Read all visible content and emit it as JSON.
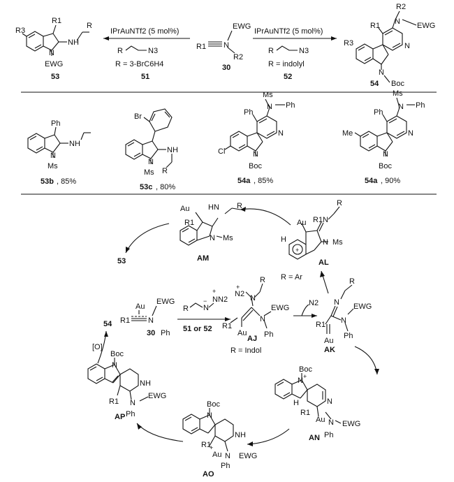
{
  "top": {
    "left_conditions": {
      "catalyst": "IPrAuNTf2 (5 mol%)",
      "azide": "R",
      "azide_group": "N3",
      "r_def": "R = 3-BrC6H4",
      "reagent_no": "51"
    },
    "right_conditions": {
      "catalyst": "IPrAuNTf2 (5 mol%)",
      "azide": "R",
      "azide_group": "N3",
      "r_def": "R = indolyl",
      "reagent_no": "52"
    },
    "start": {
      "label": "30",
      "r1": "R1",
      "ewg": "EWG",
      "n": "N",
      "r2": "R2"
    },
    "product_left": {
      "label": "53",
      "r3": "R3",
      "r1": "R1",
      "r": "R",
      "nh": "NH",
      "n": "N",
      "ewg": "EWG"
    },
    "product_right": {
      "label": "54",
      "r2": "R2",
      "r1": "R1",
      "ewg": "EWG",
      "n_top": "N",
      "n_ring": "N",
      "r3": "R3",
      "n_indole": "N",
      "boc": "Boc"
    }
  },
  "examples": [
    {
      "label": "53b",
      "yield": ", 85%",
      "ph": "Ph",
      "nh": "NH",
      "n": "N",
      "ms": "Ms"
    },
    {
      "label": "53c",
      "yield": ", 80%",
      "br": "Br",
      "nh": "NH",
      "n": "N",
      "ms": "Ms"
    },
    {
      "label": "54a",
      "yield": ", 85%",
      "cl": "Cl",
      "ms": "Ms",
      "nph": "N",
      "ph2": "Ph",
      "ph": "Ph",
      "nring": "N",
      "n": "N",
      "boc": "Boc"
    },
    {
      "label": "54a",
      "yield": ", 90%",
      "me": "Me",
      "ms": "Ms",
      "nph": "N",
      "ph2": "Ph",
      "ph": "Ph",
      "nring": "N",
      "n": "N",
      "boc": "Boc"
    }
  ],
  "cycle": {
    "AM": {
      "label": "AM",
      "au": "Au",
      "r1": "R1",
      "hn": "HN",
      "r": "R",
      "n": "N",
      "ms": "Ms"
    },
    "AL": {
      "label": "AL",
      "r1": "R1",
      "n_im": "N",
      "r": "R",
      "h": "H",
      "au": "Au",
      "n": "N",
      "ms": "Ms",
      "plus": "+",
      "r_def": "R = Ar"
    },
    "out53": "53",
    "start": {
      "au": "Au",
      "r1": "R1",
      "n": "N",
      "ewg": "EWG",
      "label": "30",
      "ph": "Ph"
    },
    "azide": {
      "r": "R",
      "n1": "N",
      "n2": "N",
      "n3": "N2",
      "minus": "−",
      "plus": "+"
    },
    "step_reagents": "51 or 52",
    "AJ": {
      "label": "AJ",
      "n2": "N2",
      "plus": "+",
      "n": "N",
      "r": "R",
      "au": "Au",
      "r1": "R1",
      "n_ewg": "N",
      "ewg": "EWG",
      "ph": "Ph",
      "r_def": "R = Indol"
    },
    "loss": "N2",
    "AK": {
      "label": "AK",
      "n_im": "N",
      "r": "R",
      "r1": "R1",
      "au": "Au",
      "n": "N",
      "ewg": "EWG",
      "ph": "Ph"
    },
    "AN": {
      "label": "AN",
      "boc": "Boc",
      "nplus": "N",
      "plus": "+",
      "h": "H",
      "r1": "R1",
      "au": "Au",
      "n_ring": "N",
      "n": "N",
      "ewg": "EWG",
      "ph": "Ph"
    },
    "AO": {
      "label": "AO",
      "boc": "Boc",
      "n": "N",
      "nh": "NH",
      "r1": "R1",
      "au": "Au",
      "plus": "+",
      "n2": "N",
      "ewg": "EWG",
      "ph": "Ph"
    },
    "AP": {
      "label": "AP",
      "boc": "Boc",
      "n": "N",
      "nh": "NH",
      "r1": "R1",
      "n2": "N",
      "ewg": "EWG",
      "ph": "Ph"
    },
    "oxidant": "[O]",
    "out54": "54"
  }
}
